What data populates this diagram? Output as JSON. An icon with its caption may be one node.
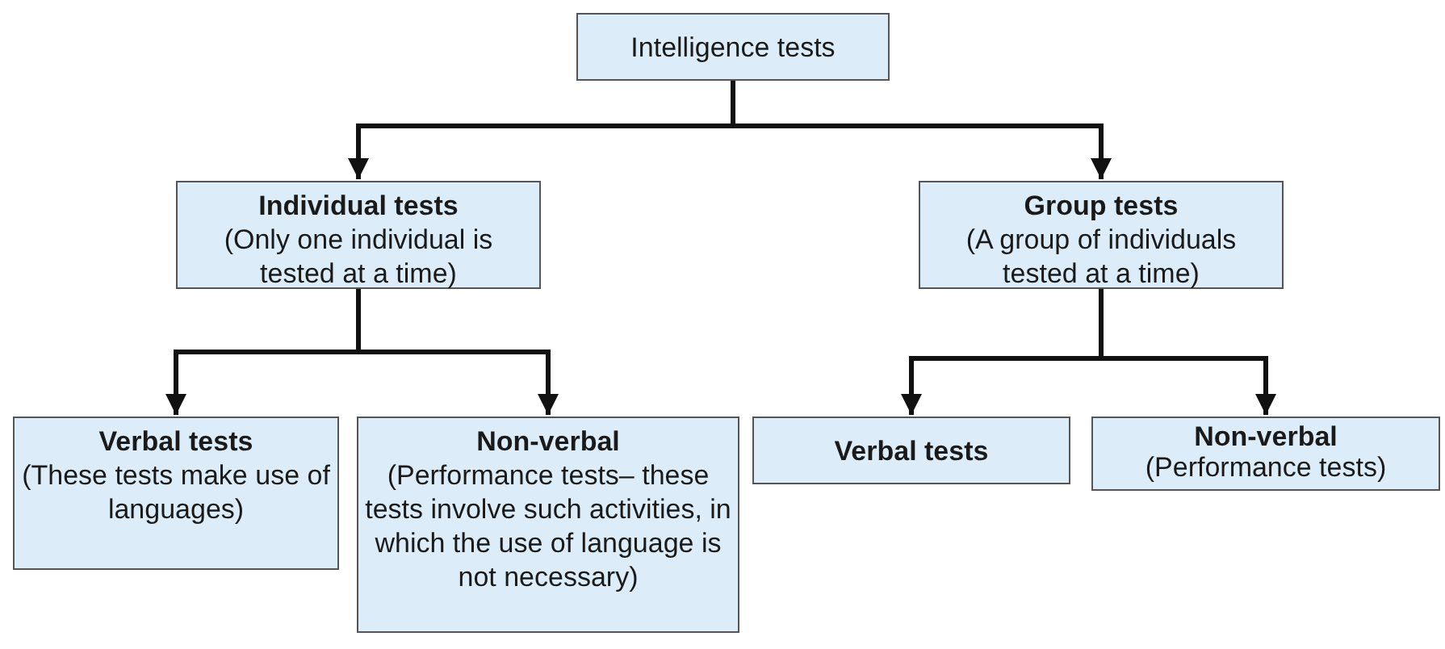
{
  "diagram": {
    "nodes": [
      {
        "text": [
          "Intelligence tests"
        ]
      },
      {
        "text": [
          "Individual tests",
          "(Only one individual is tested at a time)"
        ]
      },
      {
        "text": [
          "Group tests",
          "(A group of individuals tested at a time)"
        ]
      },
      {
        "text": [
          "Verbal tests",
          "(These tests make use of languages)"
        ]
      },
      {
        "text": [
          "Non-verbal",
          "(Performance tests– these tests involve such activities, in which the use of language is not necessary)"
        ]
      },
      {
        "text": [
          "Verbal tests"
        ]
      },
      {
        "text": [
          "Non-verbal",
          "(Performance tests)"
        ]
      }
    ],
    "edges": [
      {
        "from": 0,
        "to": 1,
        "arrow": "to"
      },
      {
        "from": 0,
        "to": 2,
        "arrow": "to"
      },
      {
        "from": 1,
        "to": 3,
        "arrow": "to"
      },
      {
        "from": 1,
        "to": 4,
        "arrow": "to"
      },
      {
        "from": 2,
        "to": 5,
        "arrow": "to"
      },
      {
        "from": 2,
        "to": 6,
        "arrow": "to"
      }
    ]
  }
}
